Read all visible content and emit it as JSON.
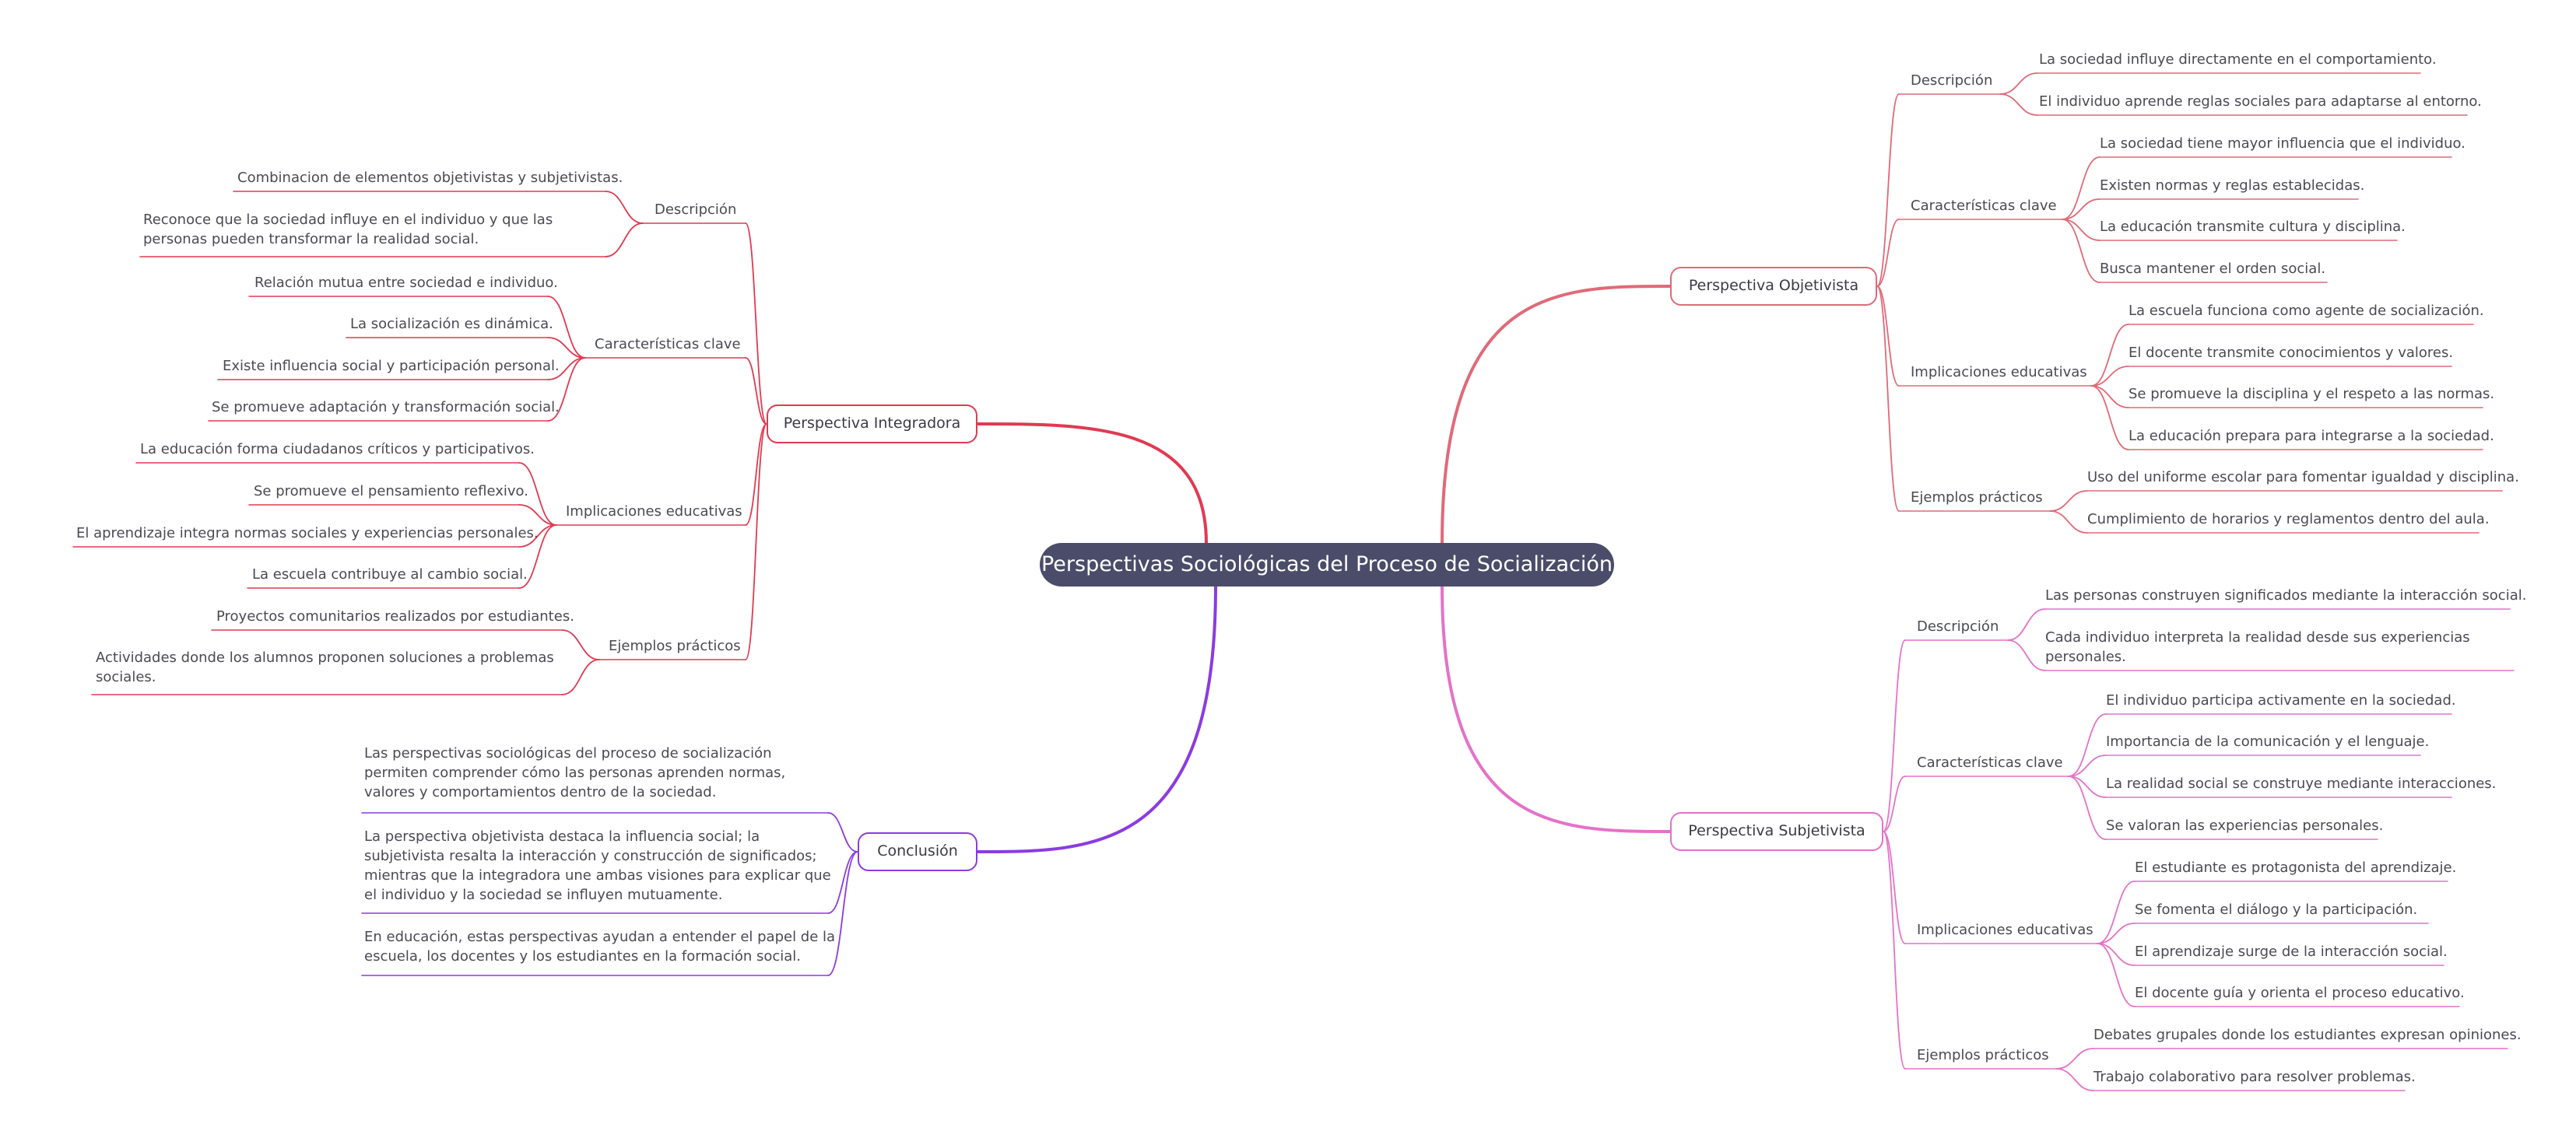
{
  "title": "Perspectivas Sociológicas del Proceso de Socialización",
  "colors": {
    "objetivista": "#e06a78",
    "subjetivista": "#e472c8",
    "integradora": "#e03a52",
    "conclusion": "#8b3be0",
    "root_bg": "#4a4c6a"
  },
  "branches": {
    "objetivista": {
      "label": "Perspectiva Objetivista",
      "descripcion": {
        "label": "Descripción",
        "items": [
          "La sociedad influye directamente en el comportamiento.",
          "El individuo aprende reglas sociales para adaptarse al entorno."
        ]
      },
      "caracteristicas": {
        "label": "Características clave",
        "items": [
          "La sociedad tiene mayor influencia que el individuo.",
          "Existen normas y reglas establecidas.",
          "La educación transmite cultura y disciplina.",
          "Busca mantener el orden social."
        ]
      },
      "implicaciones": {
        "label": "Implicaciones educativas",
        "items": [
          "La escuela funciona como agente de socialización.",
          "El docente transmite conocimientos y valores.",
          "Se promueve la disciplina y el respeto a las normas.",
          "La educación prepara para integrarse a la sociedad."
        ]
      },
      "ejemplos": {
        "label": "Ejemplos prácticos",
        "items": [
          "Uso del uniforme escolar para fomentar igualdad y disciplina.",
          "Cumplimiento de horarios y reglamentos dentro del aula."
        ]
      }
    },
    "subjetivista": {
      "label": "Perspectiva Subjetivista",
      "descripcion": {
        "label": "Descripción",
        "items": [
          "Las personas construyen significados mediante la interacción social.",
          "Cada individuo interpreta la realidad desde sus experiencias personales."
        ]
      },
      "caracteristicas": {
        "label": "Características clave",
        "items": [
          "El individuo participa activamente en la sociedad.",
          "Importancia de la comunicación y el lenguaje.",
          "La realidad social se construye mediante interacciones.",
          "Se valoran las experiencias personales."
        ]
      },
      "implicaciones": {
        "label": "Implicaciones educativas",
        "items": [
          "El estudiante es protagonista del aprendizaje.",
          "Se fomenta el diálogo y la participación.",
          "El aprendizaje surge de la interacción social.",
          "El docente guía y orienta el proceso educativo."
        ]
      },
      "ejemplos": {
        "label": "Ejemplos prácticos",
        "items": [
          "Debates grupales donde los estudiantes expresan opiniones.",
          "Trabajo colaborativo para resolver problemas."
        ]
      }
    },
    "integradora": {
      "label": "Perspectiva Integradora",
      "descripcion": {
        "label": "Descripción",
        "items": [
          "Combinacion de elementos objetivistas y subjetivistas.",
          "Reconoce que la sociedad influye en el individuo y que las personas pueden transformar la realidad social."
        ]
      },
      "caracteristicas": {
        "label": "Características clave",
        "items": [
          "Relación mutua entre sociedad e individuo.",
          "La socialización es dinámica.",
          "Existe influencia social y participación personal.",
          "Se promueve adaptación y transformación social."
        ]
      },
      "implicaciones": {
        "label": "Implicaciones educativas",
        "items": [
          "La educación forma ciudadanos críticos y participativos.",
          "Se promueve el pensamiento reflexivo.",
          "El aprendizaje integra normas sociales y experiencias personales.",
          "La escuela contribuye al cambio social."
        ]
      },
      "ejemplos": {
        "label": "Ejemplos prácticos",
        "items": [
          "Proyectos comunitarios realizados por estudiantes.",
          "Actividades donde los alumnos proponen soluciones a problemas sociales."
        ]
      }
    },
    "conclusion": {
      "label": "Conclusión",
      "items": [
        "Las perspectivas sociológicas del proceso de socialización permiten comprender cómo las personas aprenden normas, valores y comportamientos dentro de la sociedad.",
        "La perspectiva objetivista destaca la influencia social; la subjetivista resalta la interacción y construcción de significados; mientras que la integradora une ambas visiones para explicar que el individuo y la sociedad se influyen mutuamente.",
        "En educación, estas perspectivas ayudan a entender el papel de la escuela, los docentes y los estudiantes en la formación social."
      ]
    }
  }
}
